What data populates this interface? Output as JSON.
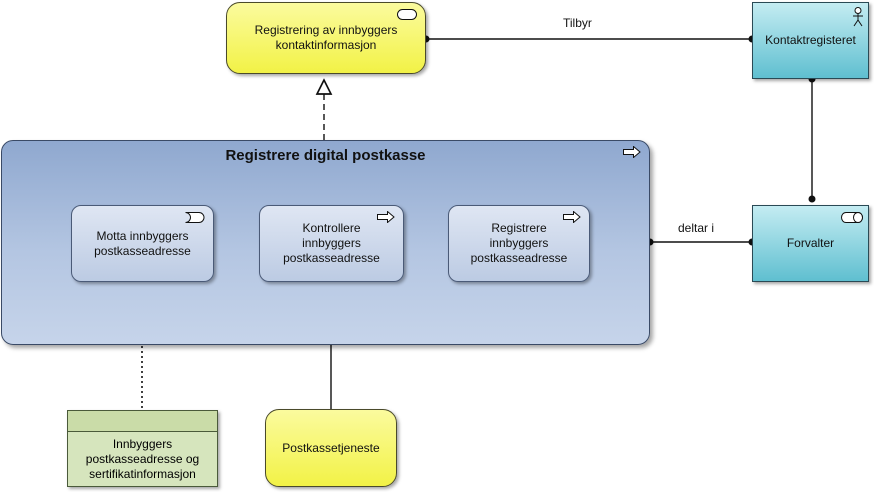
{
  "diagram": {
    "process": {
      "title": "Registrere digital postkasse",
      "steps": [
        {
          "label": "Motta innbyggers\npostkasseadresse",
          "type": "event"
        },
        {
          "label": "Kontrollere\ninnbyggers\npostkasseadresse",
          "type": "process"
        },
        {
          "label": "Registrere\ninnbyggers\npostkasseadresse",
          "type": "process"
        }
      ]
    },
    "service_top": "Registrering av innbyggers\nkontaktinformasjon",
    "service_bottom": "Postkassetjeneste",
    "actor_contact": "Kontaktregisteret",
    "role_manager": "Forvalter",
    "data_object": "Innbyggers\npostkasseadresse og\nsertifikatinformasjon",
    "relations": {
      "offers": "Tilbyr",
      "participates": "deltar i"
    }
  }
}
